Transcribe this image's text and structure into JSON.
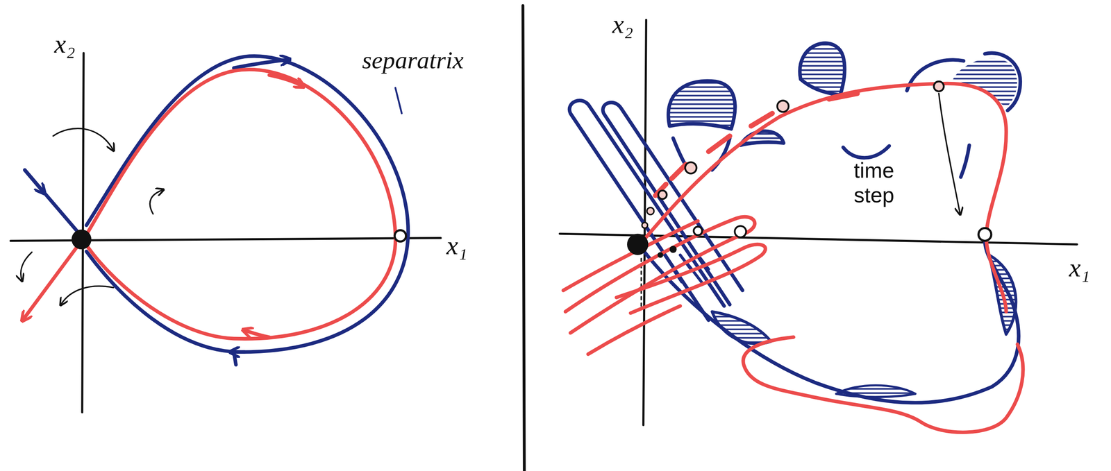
{
  "diagram": {
    "labels": [
      "x₂",
      "separatrix",
      "x₁",
      "x₂",
      "time step",
      "x₁"
    ]
  }
}
